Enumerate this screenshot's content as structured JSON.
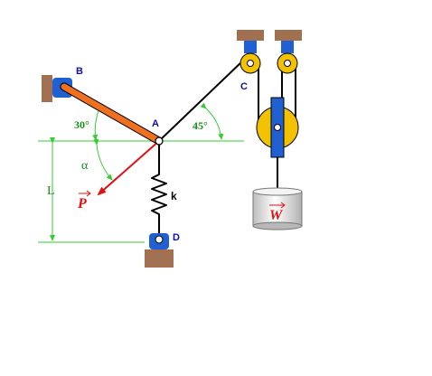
{
  "points": {
    "A": "A",
    "B": "B",
    "C": "C",
    "D": "D"
  },
  "angles": {
    "bar": "30°",
    "cable": "45°",
    "force": "α"
  },
  "length_label": "L",
  "spring_label": "k",
  "force_label": "P",
  "weight_label": "W",
  "colors": {
    "bar": "#f07020",
    "force": "#e01010",
    "guide": "#33cc33",
    "pulley": "#f2c200",
    "block": "#2060d0",
    "support": "#a07050",
    "weight": "#e8e8e8"
  }
}
